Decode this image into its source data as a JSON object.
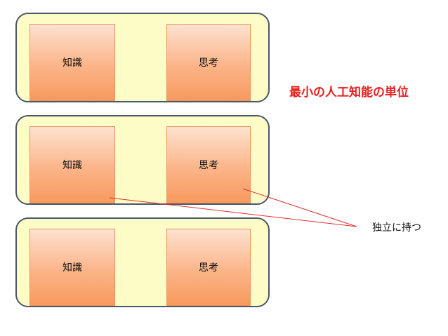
{
  "rows": [
    {
      "left_box": "知識",
      "right_box": "思考"
    },
    {
      "left_box": "知識",
      "right_box": "思考"
    },
    {
      "left_box": "知識",
      "right_box": "思考"
    }
  ],
  "labels": {
    "unit_label": "最小の人工知能の単位",
    "independent_label": "独立に持つ"
  },
  "colors": {
    "row_fill": "#fdfcc6",
    "row_border": "#4a5868",
    "box_fill": "#fbb488",
    "unit_label": "#e8201e",
    "connector_line": "#e03030"
  }
}
